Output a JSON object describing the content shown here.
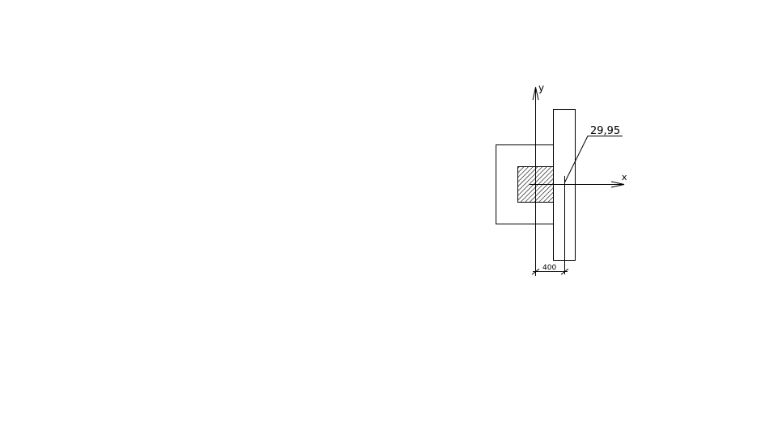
{
  "drawing": {
    "axis_x_label": "x",
    "axis_y_label": "y",
    "eccentricity_label": "29,95",
    "dimension_label": "400"
  }
}
